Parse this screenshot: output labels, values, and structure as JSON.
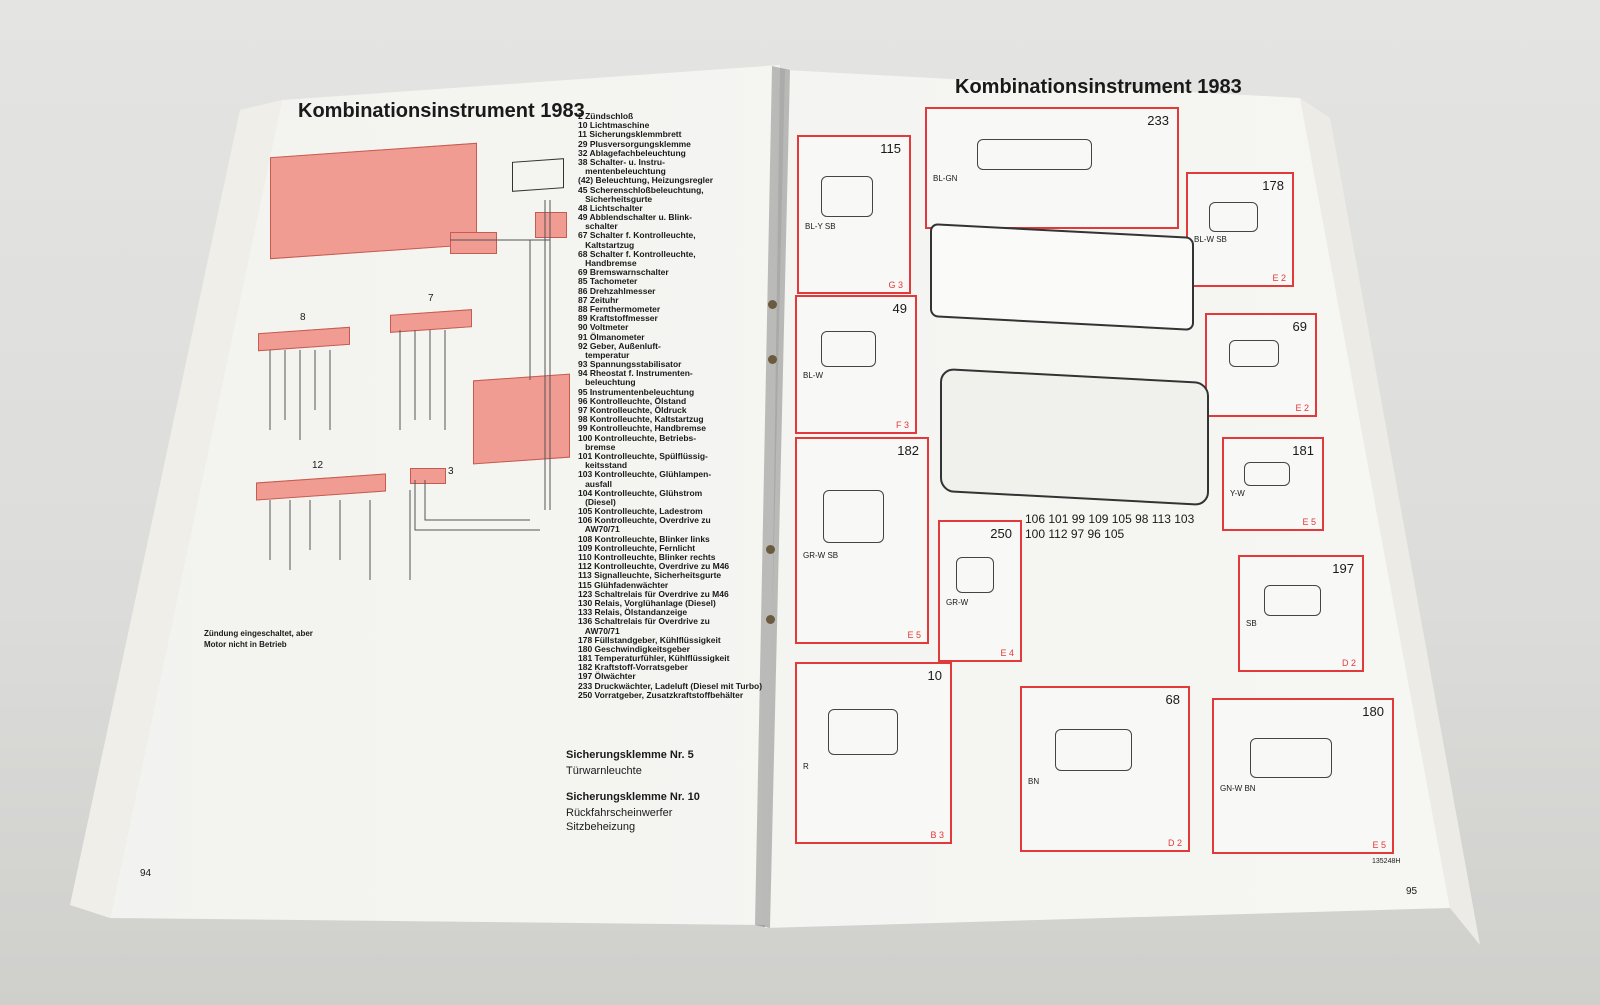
{
  "left_page": {
    "title": "Kombinationsinstrument 1983",
    "legend": [
      "2 Zündschloß",
      "10 Lichtmaschine",
      "11 Sicherungsklemmbrett",
      "29 Plusversorgungsklemme",
      "32 Ablagefachbeleuchtung",
      "38 Schalter- u. Instru-",
      "   mentenbeleuchtung",
      "(42) Beleuchtung, Heizungsregler",
      "45 Scherenschloßbeleuchtung,",
      "   Sicherheitsgurte",
      "48 Lichtschalter",
      "49 Abblendschalter u. Blink-",
      "   schalter",
      "67 Schalter f. Kontrolleuchte,",
      "   Kaltstartzug",
      "68 Schalter f. Kontrolleuchte,",
      "   Handbremse",
      "69 Bremswarnschalter",
      "85 Tachometer",
      "86 Drehzahlmesser",
      "87 Zeituhr",
      "88 Fernthermometer",
      "89 Kraftstoffmesser",
      "90 Voltmeter",
      "91 Ölmanometer",
      "92 Geber, Außenluft-",
      "   temperatur",
      "93 Spannungsstabilisator",
      "94 Rheostat f. Instrumenten-",
      "   beleuchtung",
      "95 Instrumentenbeleuchtung",
      "96 Kontrolleuchte, Ölstand",
      "97 Kontrolleuchte, Öldruck",
      "98 Kontrolleuchte, Kaltstartzug",
      "99 Kontrolleuchte, Handbremse",
      "100 Kontrolleuchte, Betriebs-",
      "   bremse",
      "101 Kontrolleuchte, Spülflüssig-",
      "   keitsstand",
      "103 Kontrolleuchte, Glühlampen-",
      "   ausfall",
      "104 Kontrolleuchte, Glühstrom",
      "   (Diesel)",
      "105 Kontrolleuchte, Ladestrom",
      "106 Kontrolleuchte, Overdrive zu",
      "   AW70/71",
      "108 Kontrolleuchte, Blinker links",
      "109 Kontrolleuchte, Fernlicht",
      "110 Kontrolleuchte, Blinker rechts",
      "112 Kontrolleuchte, Overdrive zu M46",
      "113 Signalleuchte, Sicherheitsgurte",
      "115 Glühfadenwächter",
      "123 Schaltrelais für Overdrive zu M46",
      "130 Relais, Vorglühanlage (Diesel)",
      "133 Relais, Ölstandanzeige",
      "136 Schaltrelais für Overdrive zu",
      "   AW70/71",
      "178 Füllstandgeber, Kühlflüssigkeit",
      "180 Geschwindigkeitsgeber",
      "181 Temperaturfühler, Kühlflüssigkeit",
      "182 Kraftstoff-Vorratsgeber",
      "197 Ölwächter",
      "233 Druckwächter, Ladeluft (Diesel mit Turbo)",
      "250 Vorratgeber, Zusatzkraftstoffbehälter"
    ],
    "fuse5_title": "Sicherungsklemme Nr. 5",
    "fuse5_item": "Türwarnleuchte",
    "fuse10_title": "Sicherungsklemme Nr. 10",
    "fuse10_items": [
      "Rückfahrscheinwerfer",
      "Sitzbeheizung"
    ],
    "caption_line1": "Zündung eingeschaltet, aber",
    "caption_line2": "Motor nicht in Betrieb",
    "connector_labels": [
      "8",
      "7",
      "12",
      "3"
    ],
    "page_number": "94"
  },
  "right_page": {
    "title": "Kombinationsinstrument 1983",
    "boxes": [
      {
        "num": "115",
        "code": "G 3",
        "wire": "BL-Y  SB"
      },
      {
        "num": "49",
        "code": "F 3",
        "wire": "BL-W"
      },
      {
        "num": "182",
        "code": "E 5",
        "wire": "GR-W  SB"
      },
      {
        "num": "10",
        "code": "B 3",
        "wire": "R"
      },
      {
        "num": "233",
        "code": "",
        "wire": "BL-GN"
      },
      {
        "num": "178",
        "code": "E 2",
        "wire": "BL-W  SB"
      },
      {
        "num": "69",
        "code": "E 2",
        "wire": ""
      },
      {
        "num": "181",
        "code": "E 5",
        "wire": "Y-W"
      },
      {
        "num": "197",
        "code": "D 2",
        "wire": "SB"
      },
      {
        "num": "250",
        "code": "E 4",
        "wire": "GR-W"
      },
      {
        "num": "68",
        "code": "D 2",
        "wire": "BN"
      },
      {
        "num": "180",
        "code": "E 5",
        "wire": "GN-W  BN"
      }
    ],
    "cluster_callouts": "106 101 99 109 105 98 113 103 100 112 97 96 105",
    "print_code": "135248H",
    "page_number": "95"
  },
  "colors": {
    "diagram_red": "#f19c92",
    "frame_red": "#e23a3a"
  }
}
